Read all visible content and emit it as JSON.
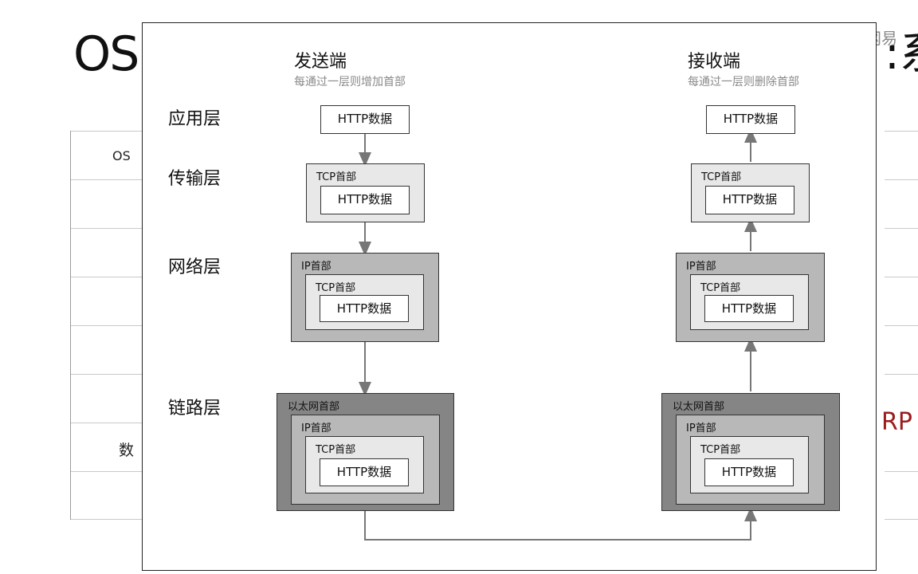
{
  "background": {
    "title_left": "OS",
    "title_right": ":系",
    "table_cells": [
      "OS",
      "数"
    ],
    "red_text": "RP",
    "logo_text": "网易"
  },
  "sender": {
    "title": "发送端",
    "subtitle": "每通过一层则增加首部"
  },
  "receiver": {
    "title": "接收端",
    "subtitle": "每通过一层则删除首部"
  },
  "layers": {
    "application": "应用层",
    "transport": "传输层",
    "network": "网络层",
    "link": "链路层"
  },
  "packet": {
    "http_data": "HTTP数据",
    "tcp_header": "TCP首部",
    "ip_header": "IP首部",
    "eth_header": "以太网首部"
  }
}
